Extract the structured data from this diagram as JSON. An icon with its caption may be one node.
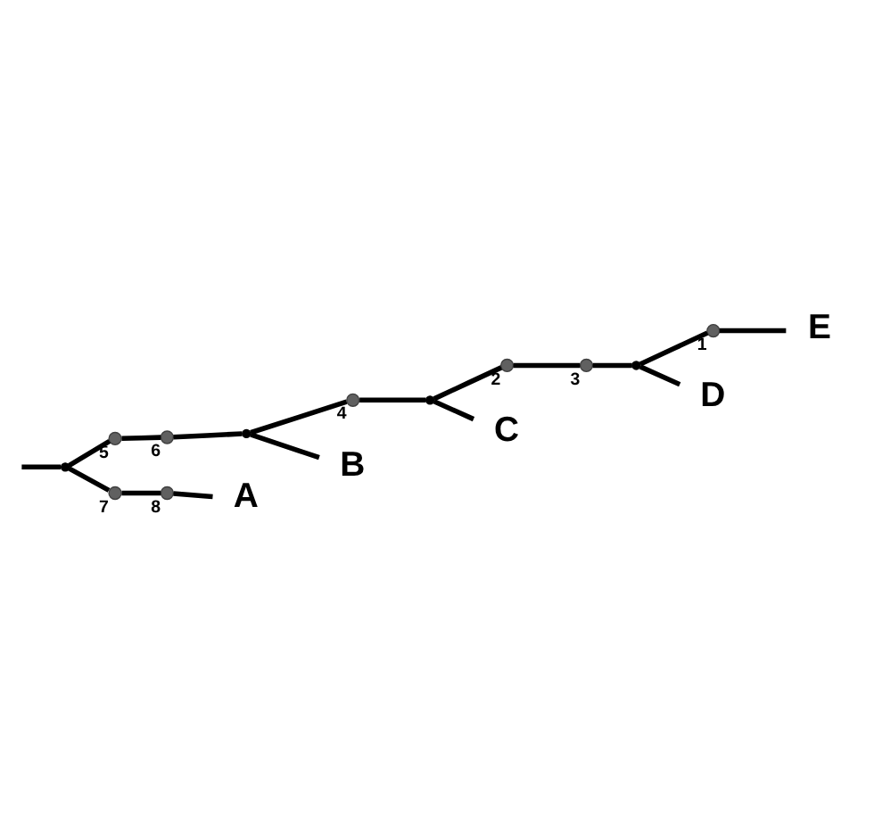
{
  "diagram": {
    "nodes": [
      {
        "text": [
          "1"
        ]
      },
      {
        "text": [
          "E"
        ]
      },
      {
        "text": [
          "2"
        ]
      },
      {
        "text": [
          "3"
        ]
      },
      {
        "text": [],
        "shape": "point"
      },
      {
        "text": [
          "D"
        ]
      },
      {
        "text": [
          "4"
        ]
      },
      {
        "text": [],
        "shape": "point"
      },
      {
        "text": [
          "C"
        ]
      },
      {
        "text": [
          "5"
        ]
      },
      {
        "text": [
          "6"
        ]
      },
      {
        "text": [],
        "shape": "point"
      },
      {
        "text": [
          "B"
        ]
      },
      {
        "text": [],
        "shape": "point"
      },
      {
        "text": [
          "7"
        ]
      },
      {
        "text": [
          "8"
        ]
      },
      {
        "text": [
          "A"
        ]
      }
    ],
    "edges": [
      {
        "from": null,
        "to": 13,
        "arrow": "none"
      },
      {
        "from": 13,
        "to": 9,
        "arrow": "none"
      },
      {
        "from": 9,
        "to": 10,
        "arrow": "none"
      },
      {
        "from": 10,
        "to": 11,
        "arrow": "none"
      },
      {
        "from": 11,
        "to": 6,
        "arrow": "none"
      },
      {
        "from": 6,
        "to": 7,
        "arrow": "none"
      },
      {
        "from": 7,
        "to": 2,
        "arrow": "none"
      },
      {
        "from": 2,
        "to": 3,
        "arrow": "none"
      },
      {
        "from": 3,
        "to": 4,
        "arrow": "none"
      },
      {
        "from": 4,
        "to": 0,
        "arrow": "none"
      },
      {
        "from": 0,
        "to": 1,
        "arrow": "none"
      },
      {
        "from": 4,
        "to": 5,
        "arrow": "none"
      },
      {
        "from": 7,
        "to": 8,
        "arrow": "none"
      },
      {
        "from": 11,
        "to": 12,
        "arrow": "none"
      },
      {
        "from": 13,
        "to": 14,
        "arrow": "none"
      },
      {
        "from": 14,
        "to": 15,
        "arrow": "none"
      },
      {
        "from": 15,
        "to": 16,
        "arrow": "none"
      }
    ]
  }
}
